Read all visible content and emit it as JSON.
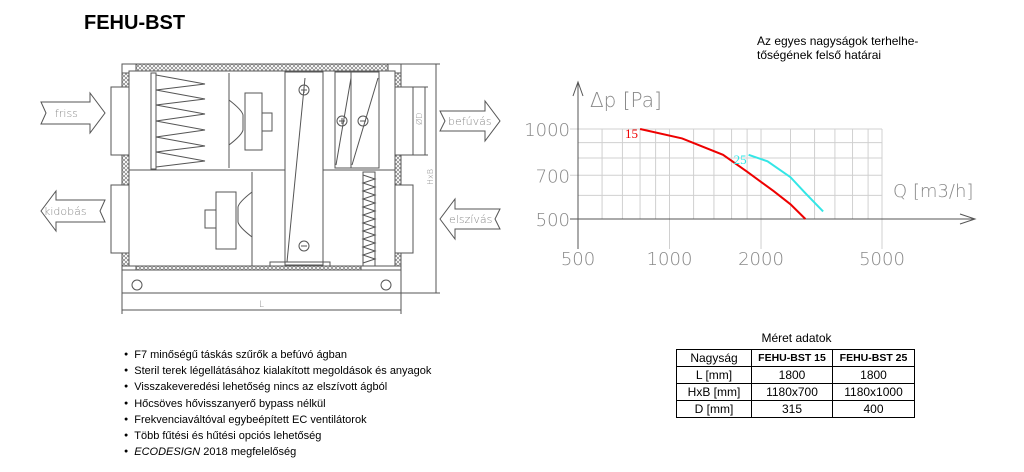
{
  "title": "FEHU-BST",
  "chart_note": [
    "Az egyes nagyságok terhelhe-",
    "tőségének felső határai"
  ],
  "diagram": {
    "friss": "friss",
    "befuvas": "befúvás",
    "kidobas": "kidobás",
    "elszivas": "elszívás",
    "dim_d": "ØD",
    "dim_hxb": "HxB",
    "dim_l": "L",
    "plus": "+",
    "minus": "−"
  },
  "features": [
    "F7 minőségű táskás szűrők a befúvó ágban",
    "Steril terek légellátásához kialakított megoldások és anyagok",
    "Visszakeveredési lehetőség nincs az elszívott ágból",
    "Hőcsöves hővisszanyerő bypass nélkül",
    "Frekvenciaváltóval egybeépített EC ventilátorok",
    "Több fűtési és hűtési opciós lehetőség"
  ],
  "feature_last": {
    "italic": "ECODESIGN",
    "rest": " 2018 megfelelőség"
  },
  "table": {
    "caption": "Méret adatok",
    "headers": [
      "Nagyság",
      "FEHU-BST 15",
      "FEHU-BST 25"
    ],
    "rows": [
      [
        "L [mm]",
        "1800",
        "1800"
      ],
      [
        "HxB [mm]",
        "1180x700",
        "1180x1000"
      ],
      [
        "D [mm]",
        "315",
        "400"
      ]
    ]
  },
  "chart_data": {
    "type": "line",
    "xscale": "log",
    "yscale": "log",
    "xlabel": "Q [m3/h]",
    "ylabel": "Δp [Pa]",
    "xticks": [
      500,
      1000,
      2000,
      5000
    ],
    "yticks": [
      1000,
      700,
      500
    ],
    "xlim": [
      500,
      5000
    ],
    "ylim": [
      500,
      1000
    ],
    "grid": true,
    "series": [
      {
        "name": "15",
        "color": "#ee0000",
        "x": [
          800,
          1100,
          1500,
          1800,
          2200,
          2500,
          2800
        ],
        "y": [
          1000,
          930,
          820,
          720,
          620,
          560,
          500
        ]
      },
      {
        "name": "25",
        "color": "#33e6e6",
        "x": [
          1820,
          2100,
          2500,
          2800,
          3200
        ],
        "y": [
          820,
          780,
          690,
          610,
          530
        ]
      }
    ]
  }
}
